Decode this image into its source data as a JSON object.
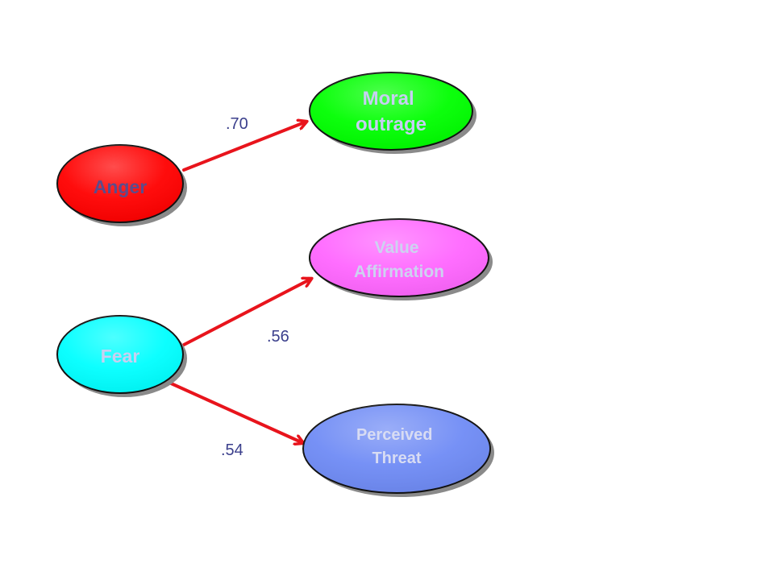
{
  "colors": {
    "arrow": "#e8141c",
    "node_outline": "#101010",
    "shadow": "#8a8a8a",
    "edge_label": "#3b3f8c"
  },
  "nodes": {
    "anger": {
      "label": "Anger",
      "fill": "#ff0000",
      "text_color": "#5b4c8c"
    },
    "fear": {
      "label": "Fear",
      "fill": "#00ffff",
      "text_color": "#c9cff0"
    },
    "moral_outrage": {
      "label_line1": "Moral",
      "label_line2": "outrage",
      "fill": "#00ff00",
      "text_color": "#c6cff2"
    },
    "value_affirmation": {
      "label_line1": "Value",
      "label_line2": "Affirmation",
      "fill": "#ff66ff",
      "text_color": "#cdd2f0"
    },
    "perceived_threat": {
      "label_line1": "Perceived",
      "label_line2": "Threat",
      "fill": "#6f8bf5",
      "text_color": "#d8dcf3"
    }
  },
  "edges": {
    "anger_to_moral_outrage": {
      "from": "Anger",
      "to": "Moral outrage",
      "label": ".70"
    },
    "fear_to_value_affirmation": {
      "from": "Fear",
      "to": "Value Affirmation",
      "label": ".56"
    },
    "fear_to_perceived_threat": {
      "from": "Fear",
      "to": "Perceived Threat",
      "label": ".54"
    }
  }
}
